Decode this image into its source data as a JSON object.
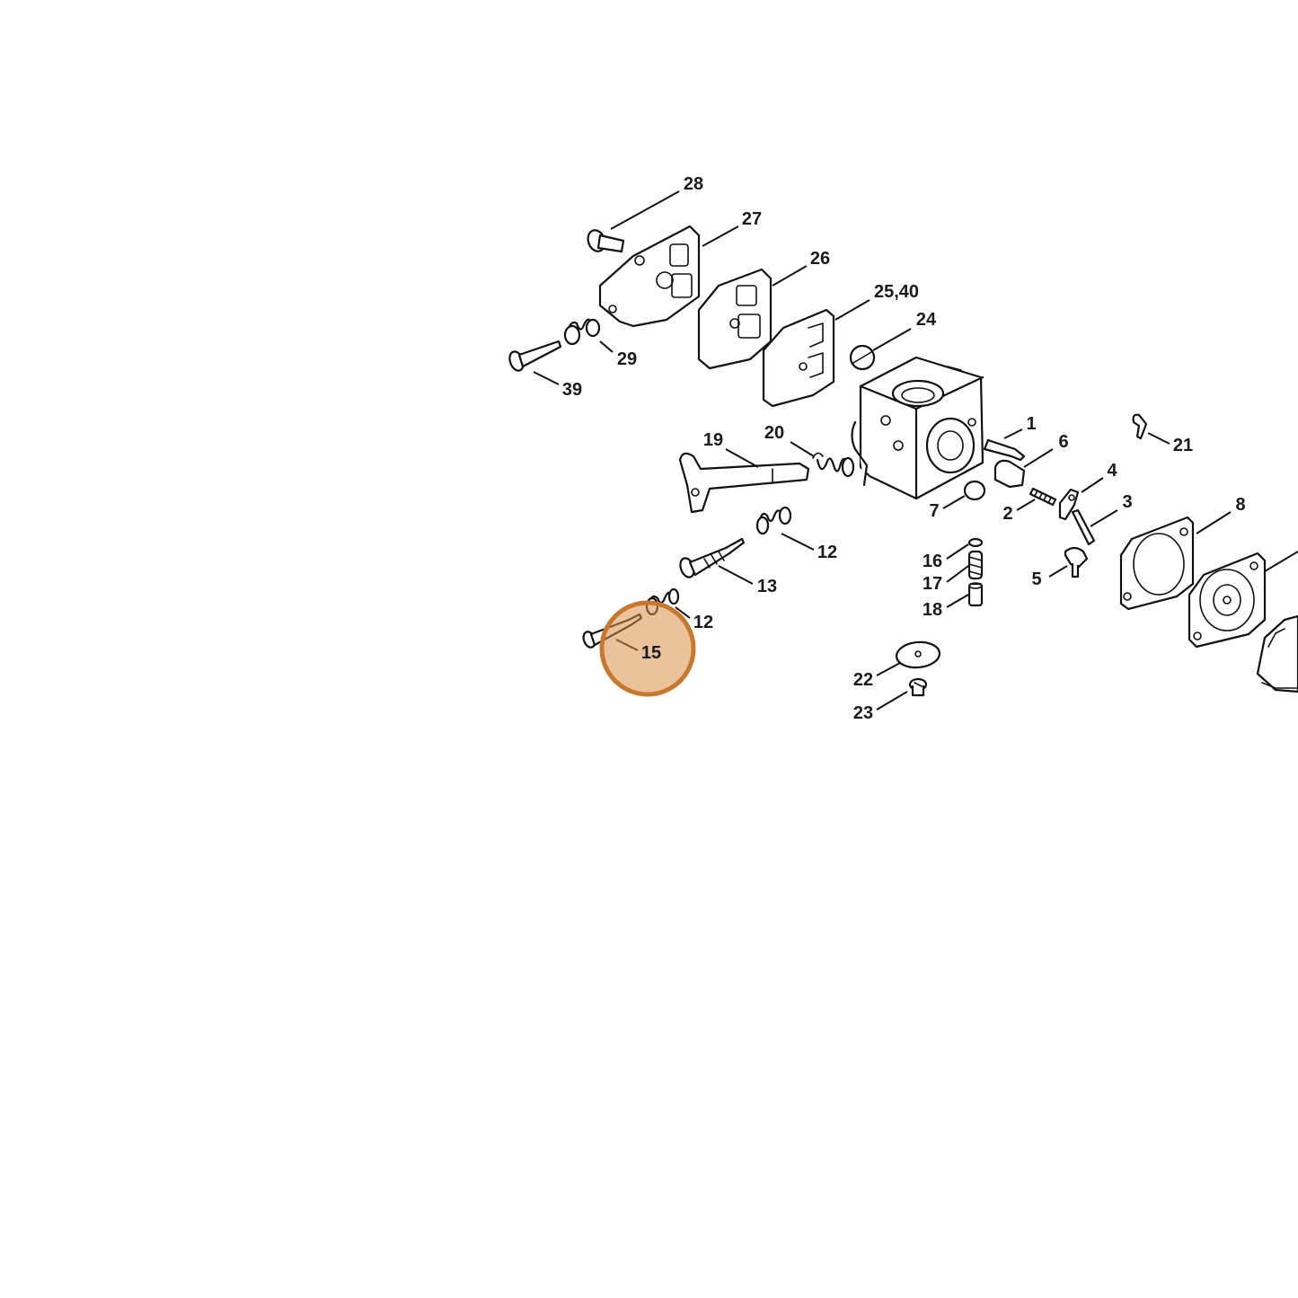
{
  "parts": [
    {
      "id": "p1",
      "label": "1"
    },
    {
      "id": "p2",
      "label": "2"
    },
    {
      "id": "p3",
      "label": "3"
    },
    {
      "id": "p4",
      "label": "4"
    },
    {
      "id": "p5",
      "label": "5"
    },
    {
      "id": "p6",
      "label": "6"
    },
    {
      "id": "p7",
      "label": "7"
    },
    {
      "id": "p8",
      "label": "8"
    },
    {
      "id": "p12a",
      "label": "12"
    },
    {
      "id": "p12b",
      "label": "12"
    },
    {
      "id": "p13",
      "label": "13"
    },
    {
      "id": "p15",
      "label": "15"
    },
    {
      "id": "p16",
      "label": "16"
    },
    {
      "id": "p17",
      "label": "17"
    },
    {
      "id": "p18",
      "label": "18"
    },
    {
      "id": "p19",
      "label": "19"
    },
    {
      "id": "p20",
      "label": "20"
    },
    {
      "id": "p21",
      "label": "21"
    },
    {
      "id": "p22",
      "label": "22"
    },
    {
      "id": "p23",
      "label": "23"
    },
    {
      "id": "p24",
      "label": "24"
    },
    {
      "id": "p2540",
      "label": "25,40"
    },
    {
      "id": "p26",
      "label": "26"
    },
    {
      "id": "p27",
      "label": "27"
    },
    {
      "id": "p28",
      "label": "28"
    },
    {
      "id": "p29",
      "label": "29"
    },
    {
      "id": "p39",
      "label": "39"
    }
  ],
  "highlighted_part": "15",
  "highlight_color": "#d98f4a"
}
